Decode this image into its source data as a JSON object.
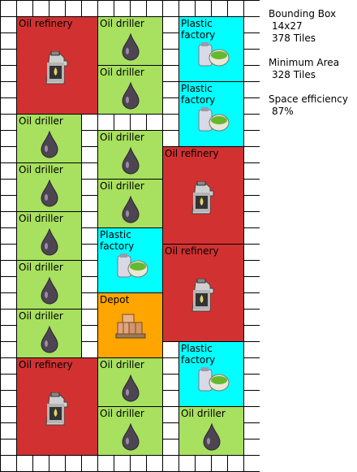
{
  "labels": {
    "oil_refinery": "Oil refinery",
    "oil_driller": "Oil driller",
    "plastic_factory": "Plastic factory",
    "depot": "Depot"
  },
  "stats": {
    "bounding_box_label": "Bounding Box",
    "bounding_box_dims": "14x27",
    "bounding_box_tiles": "378 Tiles",
    "minimum_area_label": "Minimum Area",
    "minimum_area_tiles": "328 Tiles",
    "space_efficiency_label": "Space efficiency",
    "space_efficiency_value": "87%"
  },
  "colors": {
    "oil_refinery": "#d23131",
    "oil_driller": "#a8e05f",
    "plastic_factory": "#00ffff",
    "depot": "#ffa500"
  },
  "icons": {
    "oil_refinery": "oil-can-icon",
    "oil_driller": "oil-drop-icon",
    "plastic_factory": "plastic-goods-icon",
    "depot": "crates-icon"
  }
}
